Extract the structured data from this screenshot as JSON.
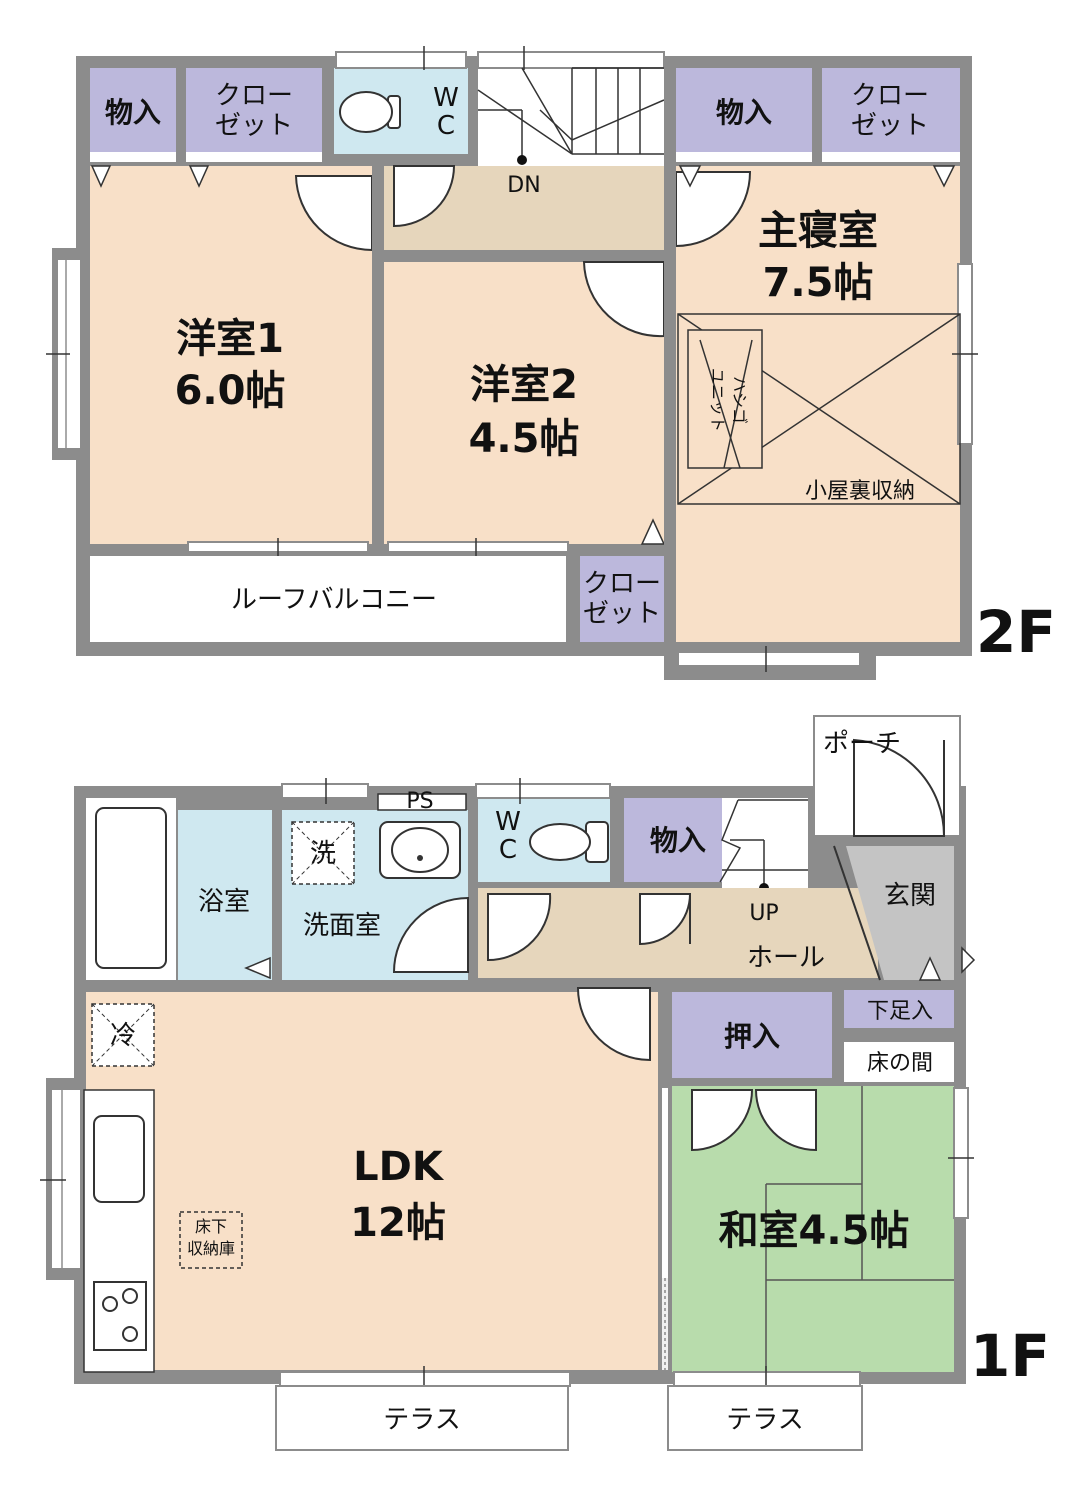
{
  "floor2": {
    "floor_label": "2F",
    "storage_left": "物入",
    "closet_left": [
      "クロー",
      "ゼット"
    ],
    "wc": [
      "W",
      "C"
    ],
    "storage_right": "物入",
    "closet_right": [
      "クロー",
      "ゼット"
    ],
    "stair_dn": "DN",
    "master_bedroom": [
      "主寝室",
      "7.5帖"
    ],
    "western1": [
      "洋室1",
      "6.0帖"
    ],
    "western2": [
      "洋室2",
      "4.5帖"
    ],
    "ladder_unit": [
      "ハシゴ",
      "ユニット"
    ],
    "attic_storage": "小屋裏収納",
    "roof_balcony": "ルーフバルコニー",
    "closet_small": [
      "クロー",
      "ゼット"
    ]
  },
  "floor1": {
    "floor_label": "1F",
    "porch": "ポーチ",
    "ps": "PS",
    "wash_mark": "洗",
    "bathroom": "浴室",
    "washroom": "洗面室",
    "wc": [
      "W",
      "C"
    ],
    "storage": "物入",
    "stair_up": "UP",
    "hall": "ホール",
    "entrance": "玄関",
    "shoe_storage": "下足入",
    "alcove": "床の間",
    "fridge_mark": "冷",
    "oshiire": "押入",
    "ldk": [
      "LDK",
      "12帖"
    ],
    "underfloor_storage": [
      "床下",
      "収納庫"
    ],
    "japanese_room": "和室4.5帖",
    "terrace_left": "テラス",
    "terrace_right": "テラス"
  },
  "colors": {
    "wall": "#8c8c8c",
    "wall_light": "#b5b5b5",
    "room": "#f8e0c8",
    "hall": "#e6d6bc",
    "storage": "#bcb8dc",
    "wet": "#cfe8f0",
    "tatami": "#b8dcac",
    "entrance": "#c4c4c4"
  }
}
